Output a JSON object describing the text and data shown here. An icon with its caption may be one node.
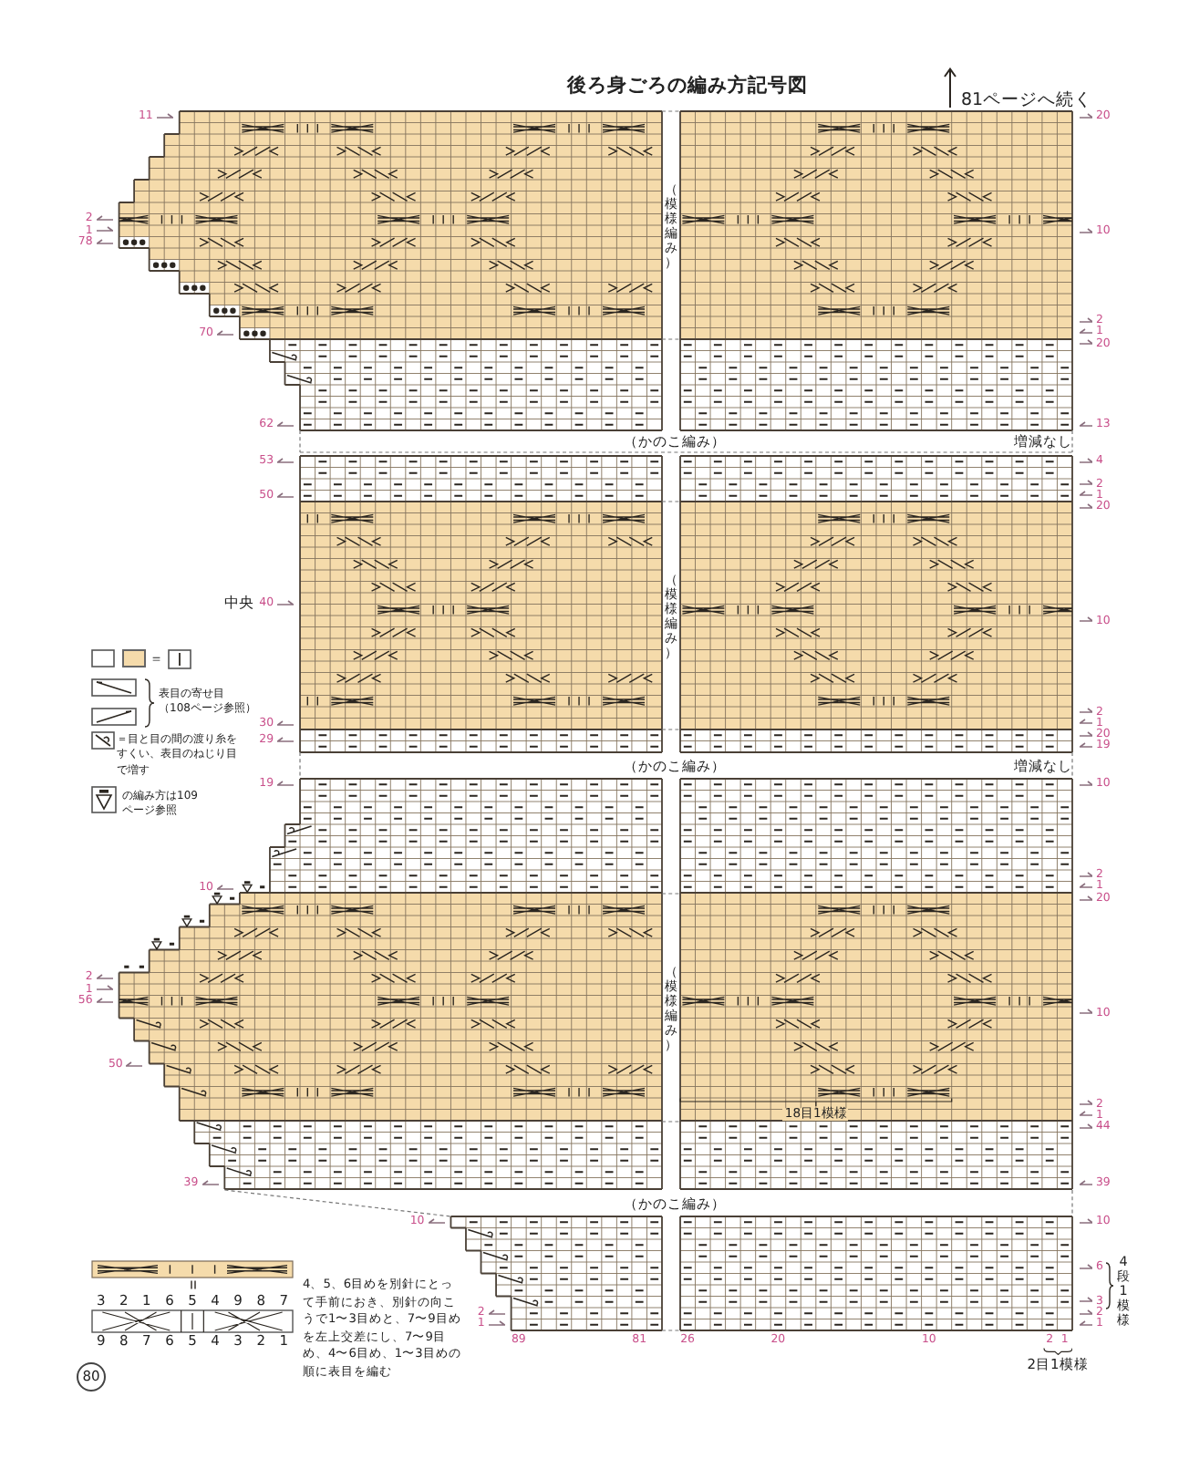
{
  "diagram": {
    "title": "後ろ身ごろの編み方記号図",
    "labels": [
      "81ページへ続く",
      "11",
      "20",
      "（模様編み）",
      "2",
      "1",
      "10",
      "78",
      "2",
      "70",
      "1",
      "20",
      "62",
      "13",
      "（かのこ編み）",
      "増減なし",
      "53",
      "4",
      "2",
      "50",
      "1",
      "20",
      "中央",
      "40",
      "（模様編み）",
      "10",
      "2",
      "30",
      "1",
      "29",
      "20",
      "19",
      "（かのこ編み）",
      "増減なし",
      "19",
      "10",
      "2",
      "10",
      "1",
      "20",
      "2",
      "1",
      "56",
      "（模様編み）",
      "10",
      "50",
      "2",
      "18目1模様",
      "1",
      "44",
      "39",
      "39",
      "（かのこ編み）",
      "10",
      "10",
      "6",
      "4段1模様",
      "3",
      "2",
      "2",
      "1",
      "1",
      "89",
      "81",
      "26",
      "20",
      "10",
      "2",
      "1",
      "2目1模様",
      "3 2 1 6 5 4 9 8 7",
      "9 8 7 6 5 4 3 2 1",
      "4、5、6目めを別針にとって手前におき、別針の向こうで1〜3目めと、7〜9目めを左上交差にし、7〜9目め、4〜6目め、1〜3目めの順に表目を編む",
      "80"
    ],
    "legend": [
      {
        "text": "＝",
        "color": "#f5dbab"
      },
      {
        "text": "表目の寄せ目（108ページ参照）"
      },
      {
        "text": "＝目と目の間の渡り糸をすくい、表目のねじり目で増す"
      },
      {
        "text": "の編み方は109ページ参照"
      }
    ]
  }
}
